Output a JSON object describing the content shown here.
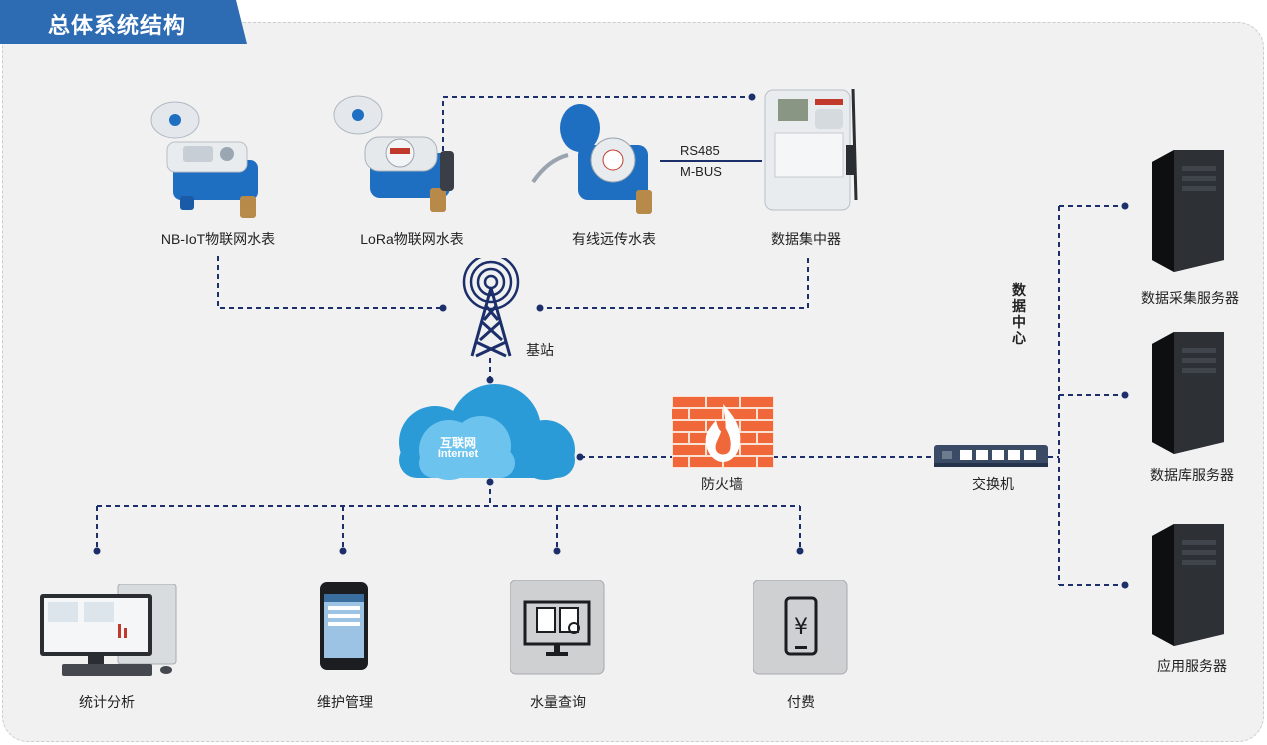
{
  "title": "总体系统结构",
  "devices": {
    "nb_meter": "NB-IoT物联网水表",
    "lora_meter": "LoRa物联网水表",
    "wired_meter": "有线远传水表",
    "concentrator": "数据集中器"
  },
  "bus": {
    "rs485": "RS485",
    "mbus": "M-BUS"
  },
  "base_station": "基站",
  "cloud": {
    "cn": "互联网",
    "en": "Internet"
  },
  "firewall": "防火墙",
  "switch": "交换机",
  "data_center": "数据中心",
  "servers": {
    "collect": "数据采集服务器",
    "database": "数据库服务器",
    "app": "应用服务器"
  },
  "clients": {
    "stats": "统计分析",
    "maintain": "维护管理",
    "query": "水量查询",
    "pay": "付费"
  },
  "colors": {
    "title_blue": "#2d6bb3",
    "meter_blue": "#1e6fc1",
    "cloud_blue": "#2b9bd8",
    "firewall_orange": "#f0673a",
    "dash_navy": "#1c2f6b"
  }
}
